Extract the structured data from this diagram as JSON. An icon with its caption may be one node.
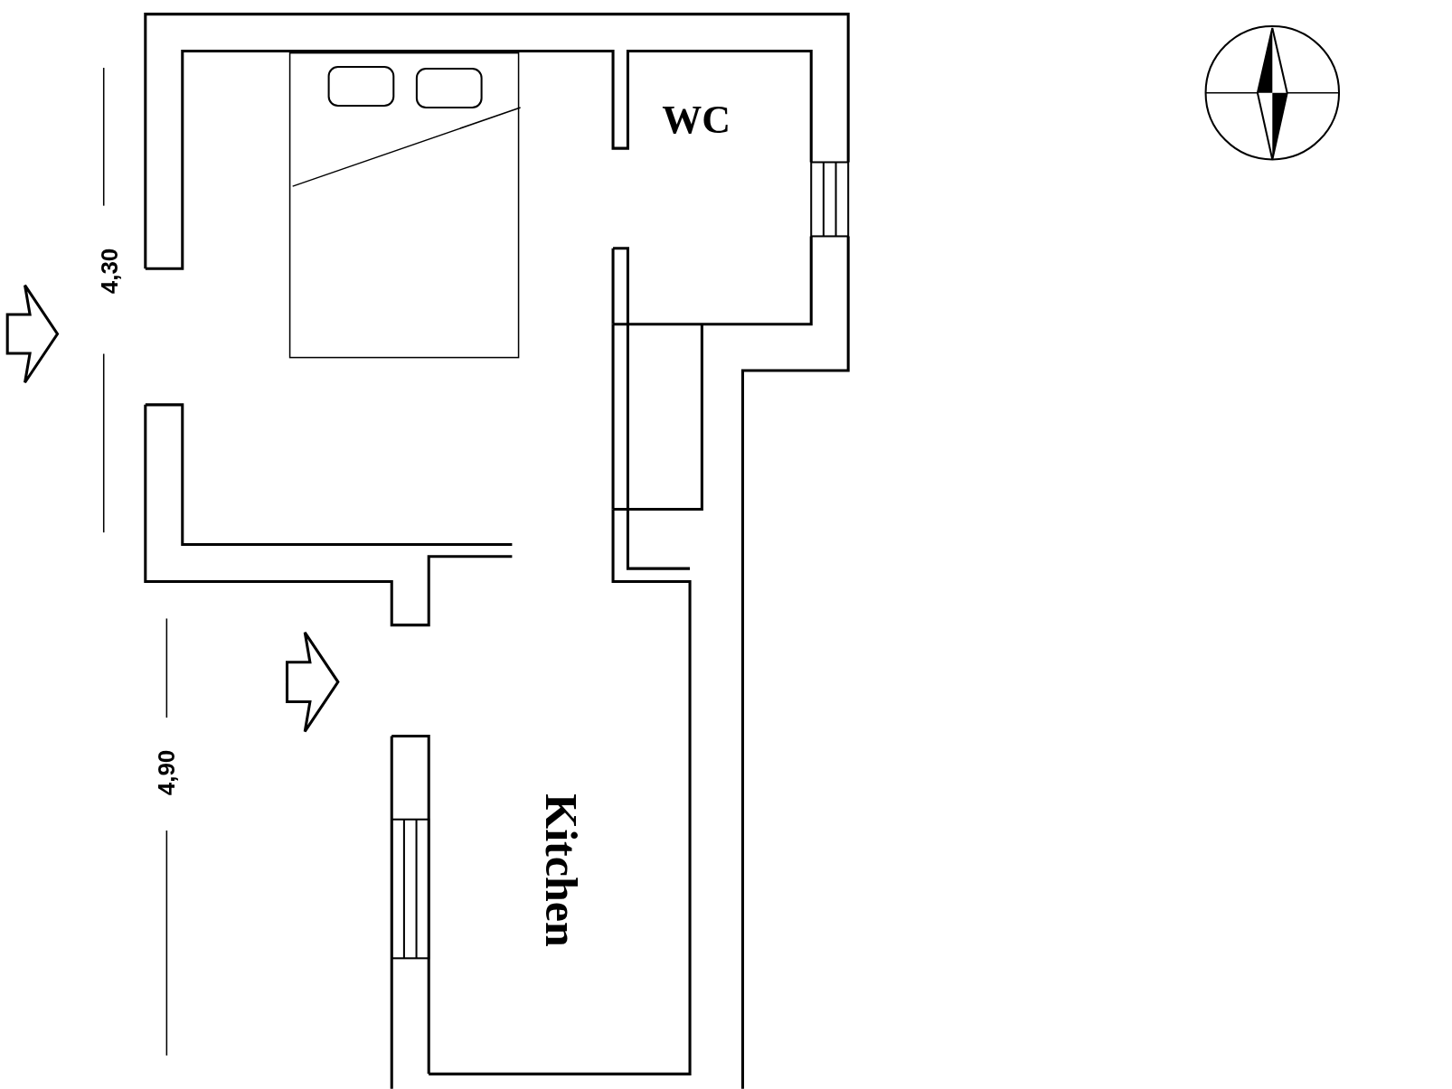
{
  "diagram": {
    "labels": [
      "WC",
      "4,30",
      "4,90",
      "Kitchen"
    ]
  }
}
